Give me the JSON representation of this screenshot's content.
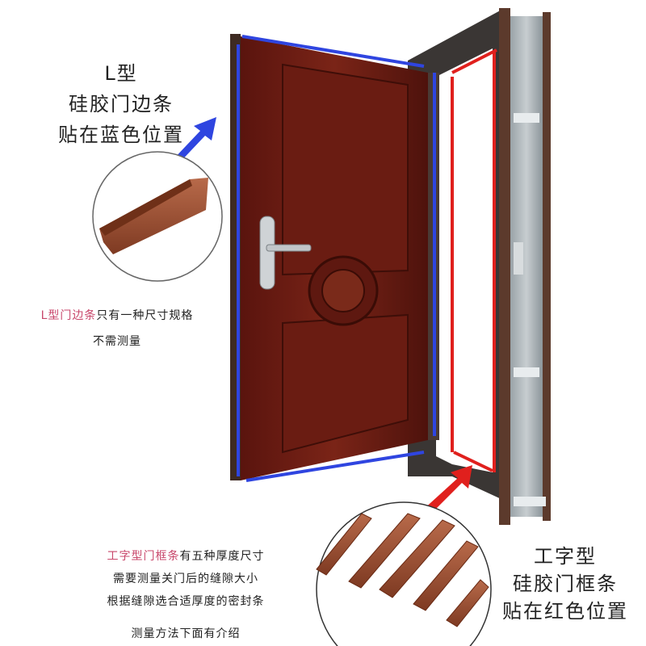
{
  "left_title": {
    "line1": "L型",
    "line2": "硅胶门边条",
    "line3": "贴在蓝色位置"
  },
  "left_note": {
    "highlight": "L型门边条",
    "rest": "只有一种尺寸规格",
    "line2": "不需测量"
  },
  "bottom_note": {
    "highlight": "工字型门框条",
    "rest": "有五种厚度尺寸",
    "line2": "需要测量关门后的缝隙大小",
    "line3": "根据缝隙选合适厚度的密封条",
    "line4": "测量方法下面有介绍"
  },
  "right_title": {
    "line1": "工字型",
    "line2": "硅胶门框条",
    "line3": "贴在红色位置"
  },
  "colors": {
    "blue_marker": "#2f45e0",
    "red_marker": "#e0201d",
    "highlight_text": "#c8476b",
    "door_wood": "#6b1a12",
    "seal_brown": "#9a4a2c"
  },
  "illustration": {
    "door": "open-wooden-door-icon",
    "frame": "steel-door-frame-icon",
    "l_seal_loupe": "l-shaped-seal-strip-icon",
    "i_seal_loupe": "i-shaped-seal-strips-icon",
    "seal_strip_count": 5
  }
}
